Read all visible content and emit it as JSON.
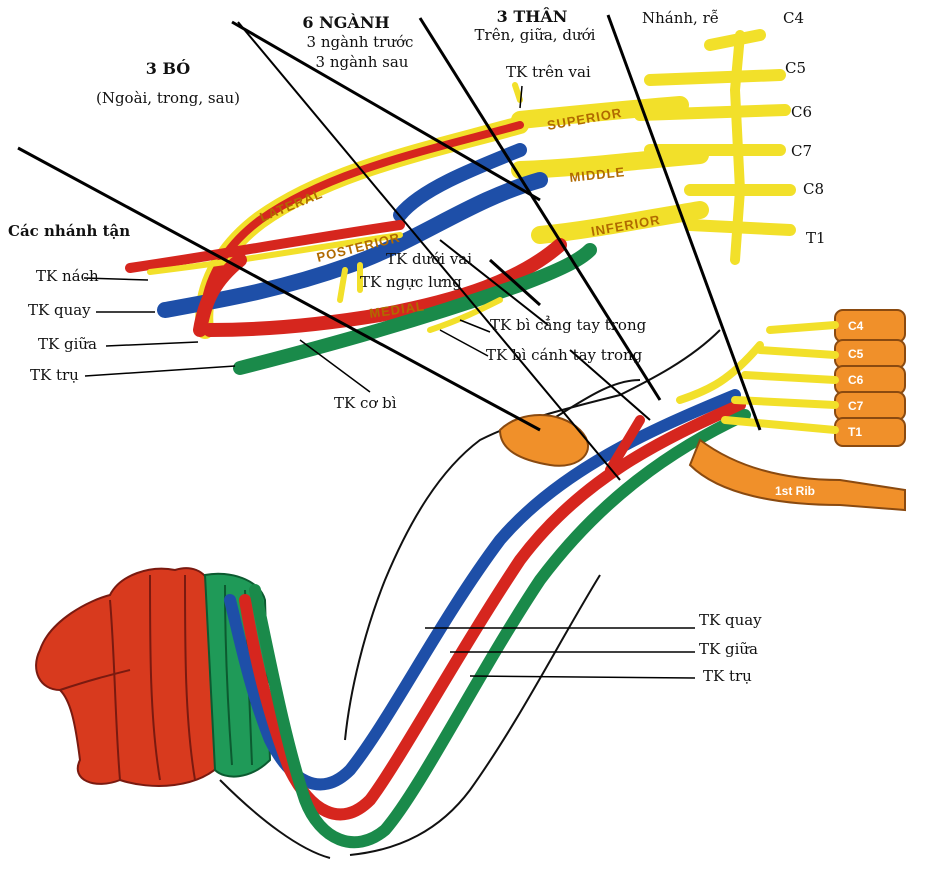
{
  "colors": {
    "yellow": "#f2e02a",
    "red": "#d6261e",
    "blue": "#1e4fa8",
    "green": "#1a8a4a",
    "bone": "#f0902a",
    "hand": "#d83a1e"
  },
  "header": {
    "cords_title": "3 BÓ",
    "cords_sub": "(Ngoài, trong, sau)",
    "divisions_title": "6 NGÀNH",
    "divisions_line1": "3 ngành trước",
    "divisions_line2": "3 ngành sau",
    "trunks_title": "3 THÂN",
    "trunks_sub": "Trên, giữa, dưới",
    "roots_title": "Nhánh, rễ"
  },
  "roots": [
    "C4",
    "C5",
    "C6",
    "C7",
    "C8",
    "T1"
  ],
  "trunk_words": [
    "SUPERIOR",
    "MIDDLE",
    "INFERIOR"
  ],
  "cord_words": [
    "LATERAL",
    "POSTERIOR",
    "MEDIAL"
  ],
  "vertebrae": [
    "C4",
    "C5",
    "C6",
    "C7",
    "T1"
  ],
  "rib_label": "1st Rib",
  "terminal": {
    "title": "Các nhánh tận",
    "axillary": "TK nách",
    "radial": "TK quay",
    "median": "TK giữa",
    "ulnar": "TK trụ",
    "musculocutaneous": "TK cơ bì"
  },
  "branches": {
    "suprascapular": "TK trên vai",
    "subscapular": "TK dưới vai",
    "thoracodorsal": "TK ngực lưng",
    "med_antebrachial": "TK bì cẳng tay trong",
    "med_brachial": "TK bì cánh tay trong"
  },
  "arm_labels": {
    "radial": "TK quay",
    "median": "TK giữa",
    "ulnar": "TK trụ"
  }
}
